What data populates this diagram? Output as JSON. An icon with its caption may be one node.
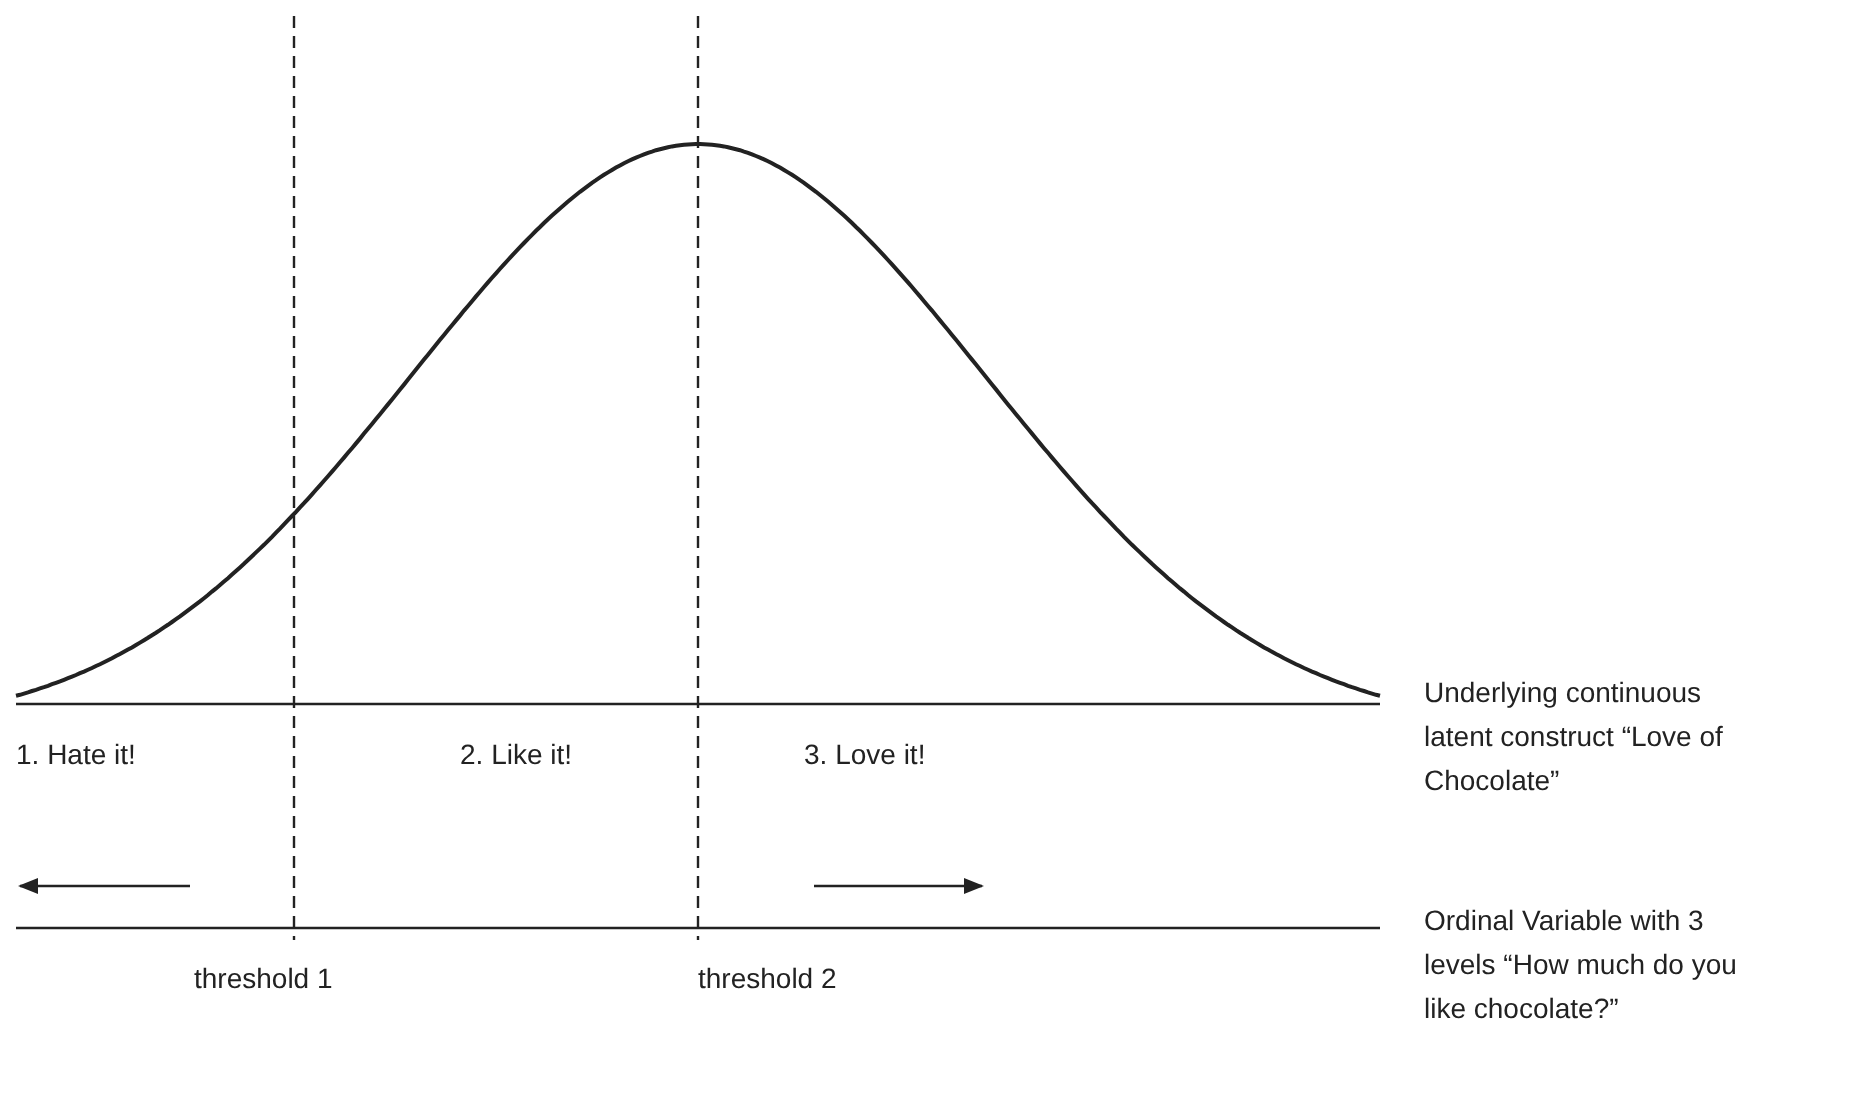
{
  "diagram": {
    "labels": [
      "Underlying continuous latent construct “Love of Chocolate”",
      "1. Hate it!",
      "2. Like it!",
      "3. Love it!",
      "Ordinal Variable with 3 levels “How much do you like chocolate?”",
      "threshold 1",
      "threshold 2"
    ]
  }
}
